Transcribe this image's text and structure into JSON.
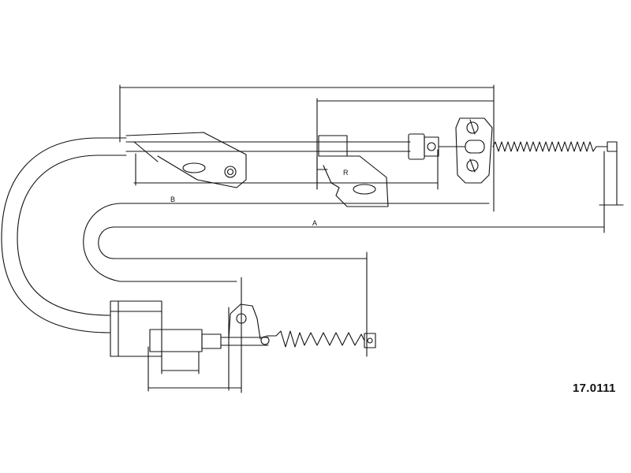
{
  "drawing": {
    "part_number": "17.0111",
    "dimension_labels": {
      "a": "A",
      "b": "B",
      "r": "R"
    },
    "line_color": "#111111",
    "background_color": "#ffffff"
  }
}
